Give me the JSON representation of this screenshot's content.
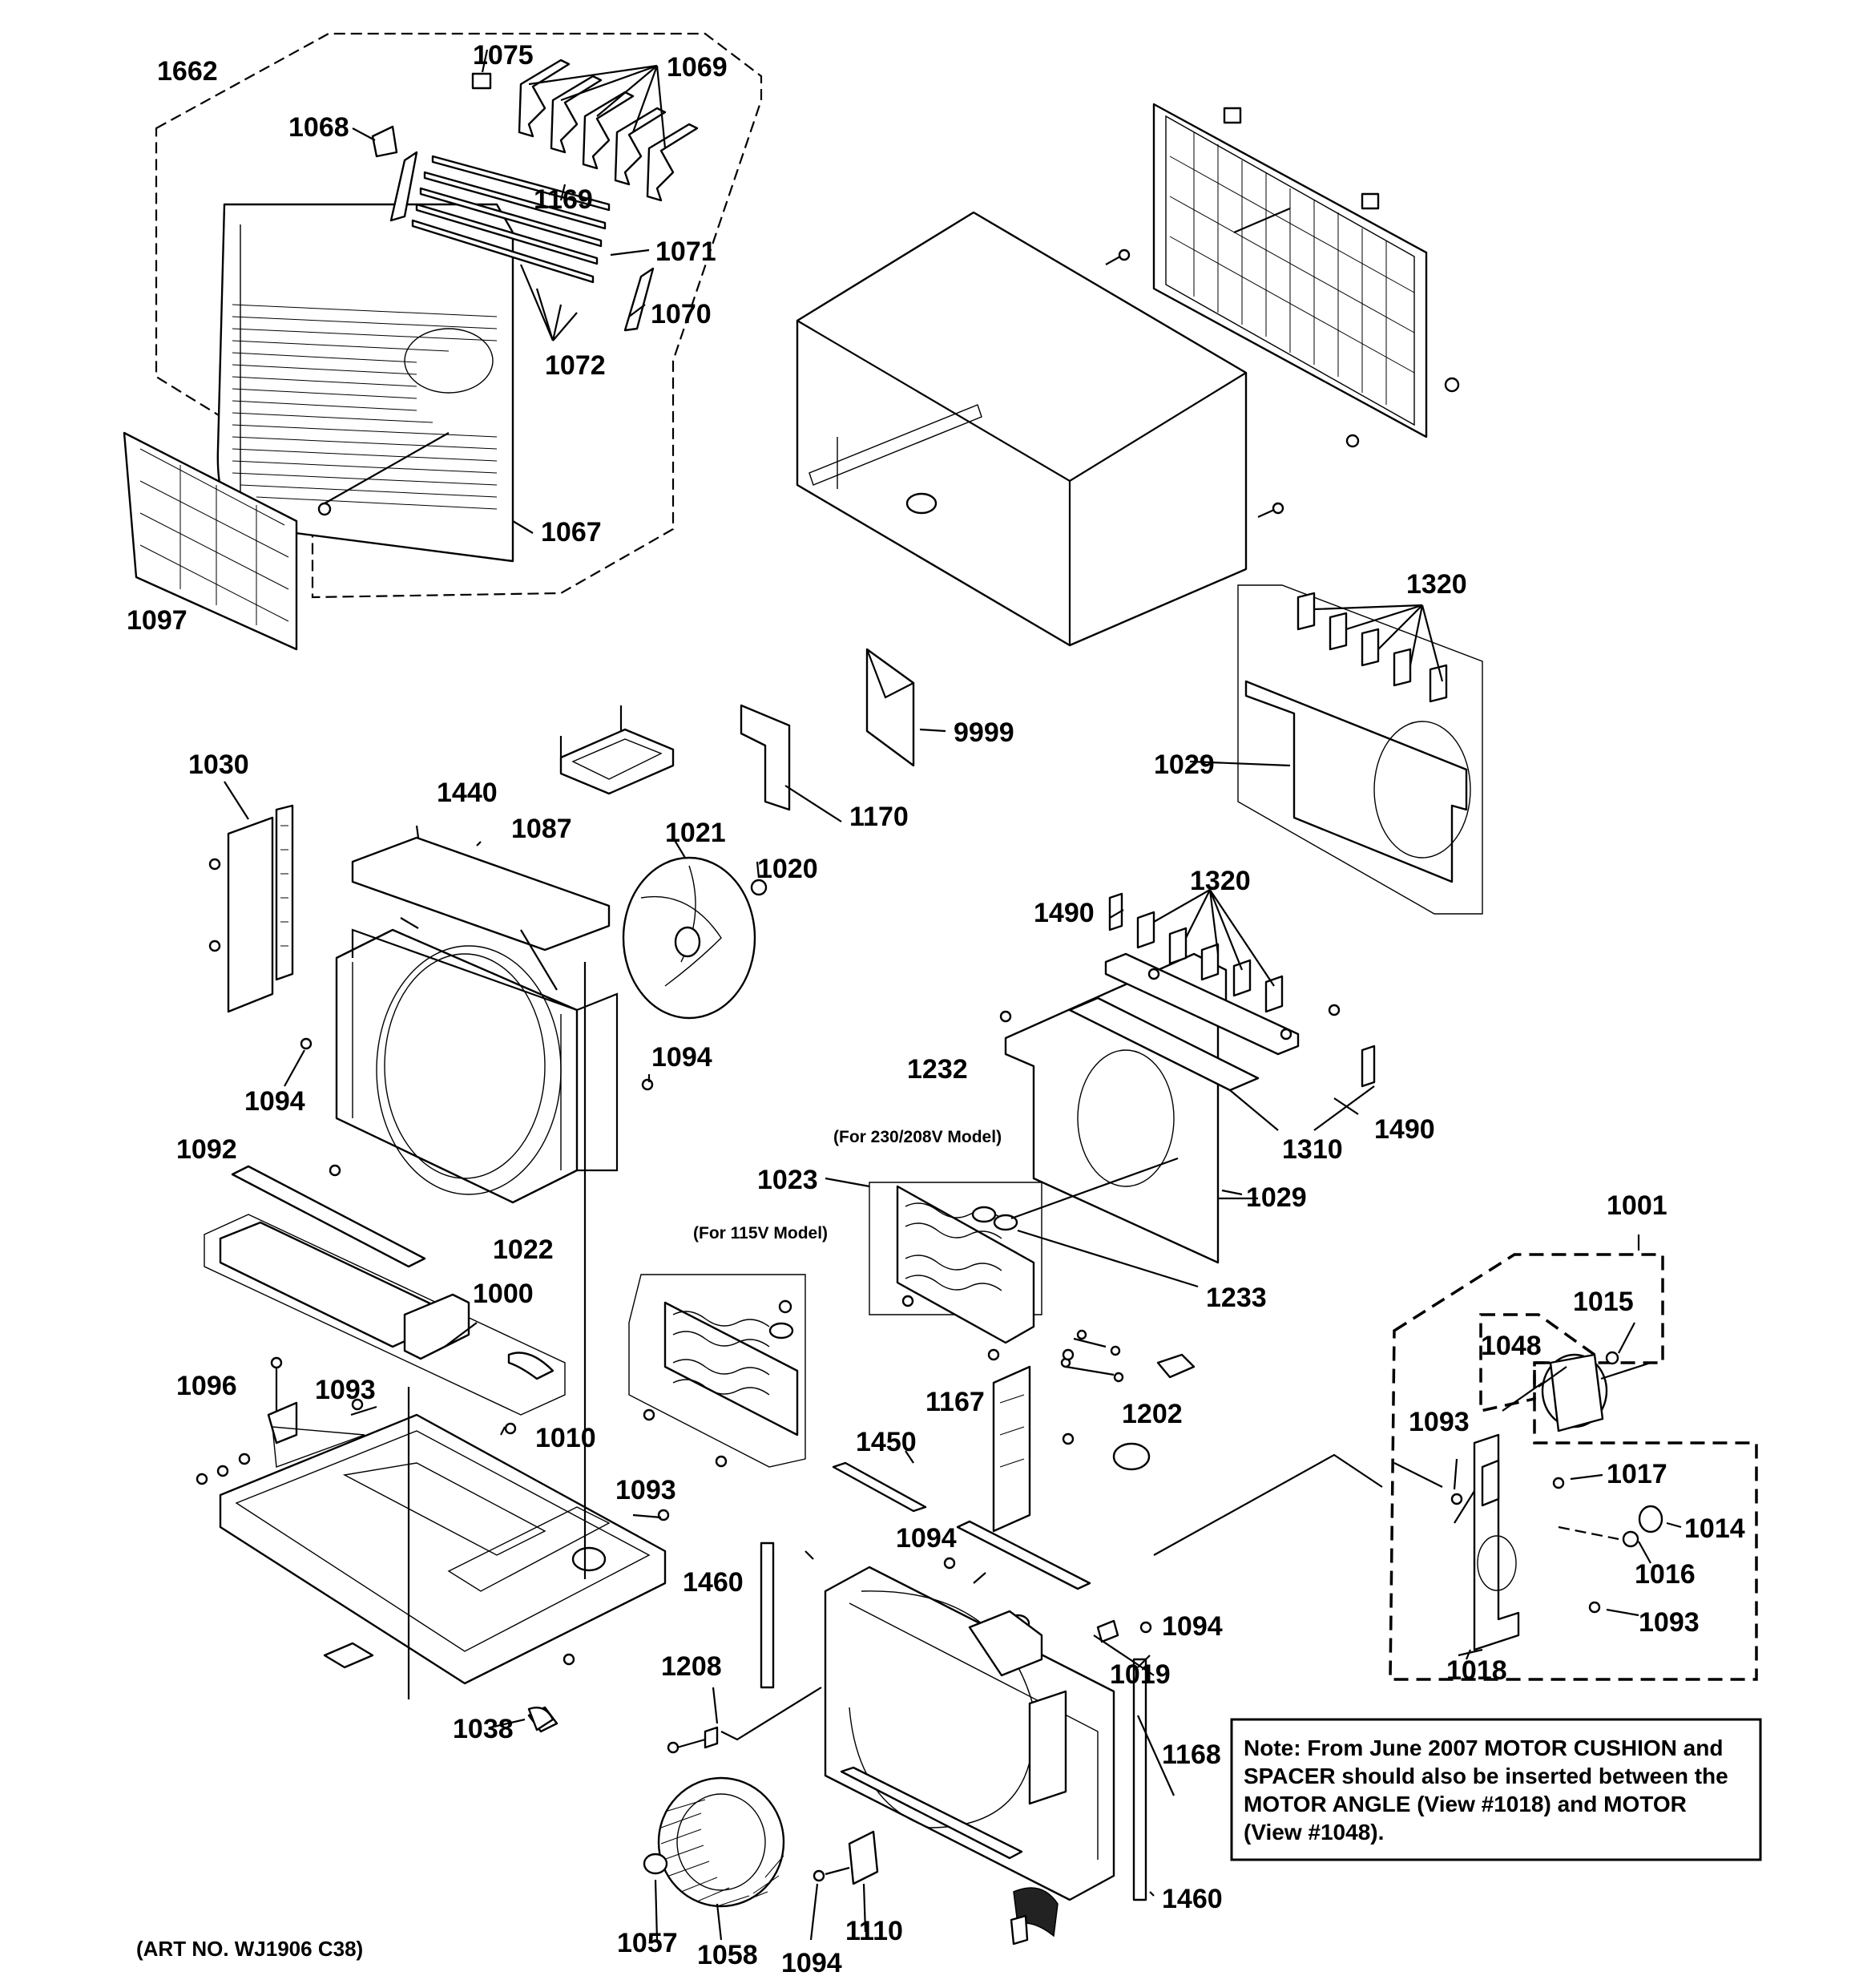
{
  "art_number": "(ART NO. WJ1906 C38)",
  "sub_labels": {
    "v230": "(For 230/208V Model)",
    "v115": "(For 115V Model)"
  },
  "note": {
    "lines": [
      "Note: From June 2007 MOTOR CUSHION and",
      "SPACER should also be inserted between the",
      "MOTOR ANGLE (View #1018) and MOTOR",
      "(View #1048)."
    ]
  },
  "callouts": {
    "c1662": "1662",
    "c1075": "1075",
    "c1069": "1069",
    "c1068": "1068",
    "c1169": "1169",
    "c1071": "1071",
    "c1070": "1070",
    "c1072": "1072",
    "c1067": "1067",
    "c1097": "1097",
    "c1320a": "1320",
    "c9999": "9999",
    "c1029a": "1029",
    "c1030": "1030",
    "c1440": "1440",
    "c1087": "1087",
    "c1170": "1170",
    "c1021": "1021",
    "c1020": "1020",
    "c1490a": "1490",
    "c1320b": "1320",
    "c1094a": "1094",
    "c1094b": "1094",
    "c1232": "1232",
    "c1092": "1092",
    "c1310": "1310",
    "c1490b": "1490",
    "c1023": "1023",
    "c1029b": "1029",
    "c1022": "1022",
    "c1001": "1001",
    "c1000": "1000",
    "c1233": "1233",
    "c1015": "1015",
    "c1048": "1048",
    "c1096": "1096",
    "c1093a": "1093",
    "c1010": "1010",
    "c1167": "1167",
    "c1202": "1202",
    "c1093b": "1093",
    "c1017": "1017",
    "c1450": "1450",
    "c1093c": "1093",
    "c1014": "1014",
    "c1094c": "1094",
    "c1016": "1016",
    "c1460a": "1460",
    "c1094d": "1094",
    "c1093d": "1093",
    "c1208": "1208",
    "c1019": "1019",
    "c1018": "1018",
    "c1038": "1038",
    "c1168": "1168",
    "c1460b": "1460",
    "c1057": "1057",
    "c1058": "1058",
    "c1094e": "1094",
    "c1110": "1110"
  }
}
